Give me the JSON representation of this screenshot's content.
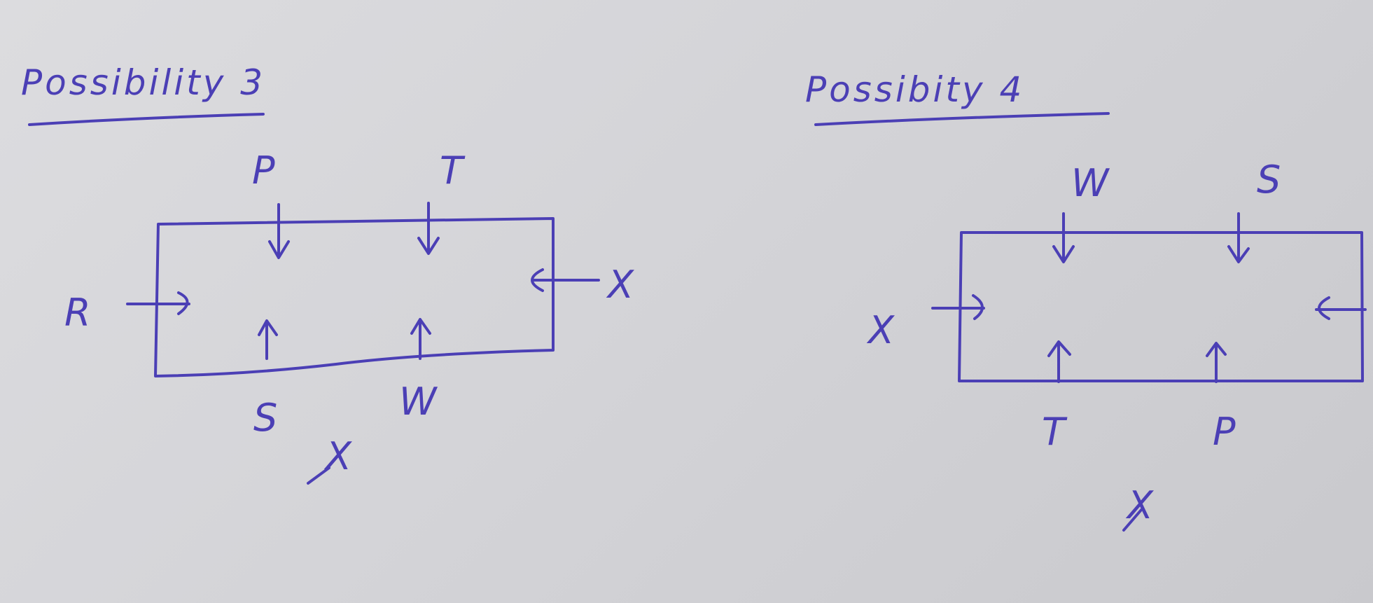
{
  "diagrams": [
    {
      "title": "Possibility 3",
      "top": [
        "P",
        "T"
      ],
      "bottom": [
        "S",
        "W"
      ],
      "left": "R",
      "right": "X",
      "excluded": "X"
    },
    {
      "title": "Possibity 4",
      "top": [
        "W",
        "S"
      ],
      "bottom": [
        "T",
        "P"
      ],
      "left": "X",
      "right": "",
      "excluded": "X"
    }
  ],
  "colors": {
    "ink": "#4b3fb5",
    "paper": "#d6d6d9"
  }
}
